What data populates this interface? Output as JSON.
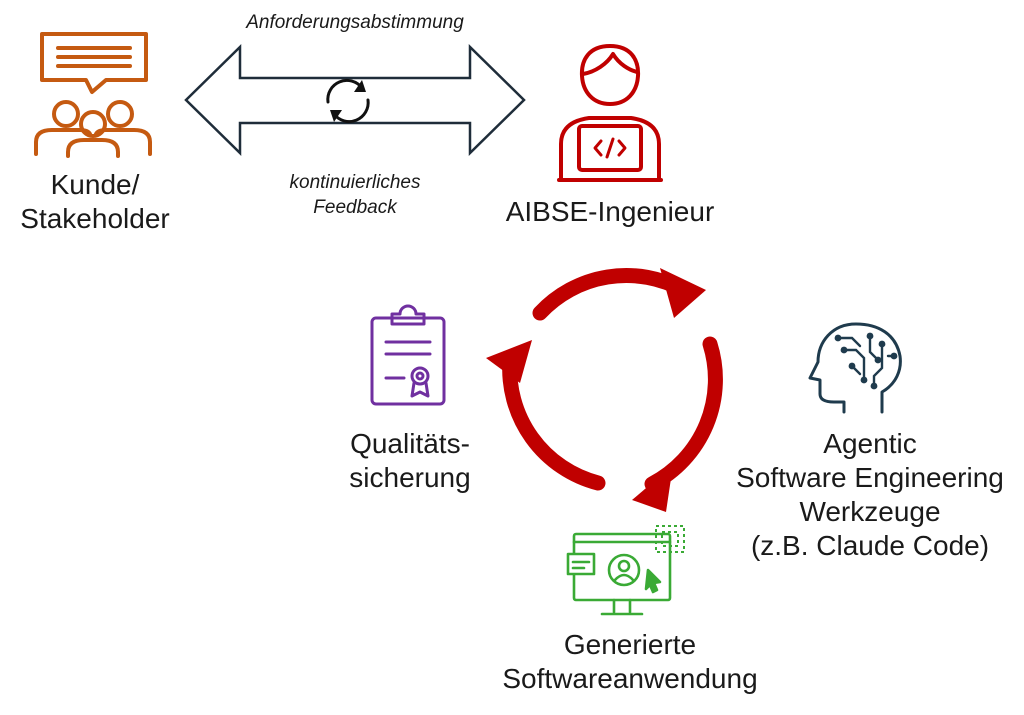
{
  "nodes": {
    "customer": {
      "line1": "Kunde/",
      "line2": "Stakeholder",
      "icon": "customer-group-speech-icon"
    },
    "engineer": {
      "label": "AIBSE-Ingenieur",
      "icon": "developer-laptop-icon"
    },
    "quality": {
      "line1": "Qualitäts-",
      "line2": "sicherung",
      "icon": "clipboard-certificate-icon"
    },
    "tools": {
      "line1": "Agentic",
      "line2": "Software Engineering",
      "line3": "Werkzeuge",
      "line4": "(z.B. Claude Code)",
      "icon": "ai-head-circuit-icon"
    },
    "app": {
      "line1": "Generierte",
      "line2": "Softwareanwendung",
      "icon": "monitor-app-user-icon"
    }
  },
  "exchange": {
    "top_label": "Anforderungsabstimmung",
    "bottom_label_1": "kontinuierliches",
    "bottom_label_2": "Feedback"
  },
  "colors": {
    "customer": "#c55a11",
    "engineer": "#c00000",
    "cycle": "#c00000",
    "quality": "#7030a0",
    "tools": "#1f3b4d",
    "app": "#3aaa35",
    "arrow_outline": "#1f2d3a"
  }
}
